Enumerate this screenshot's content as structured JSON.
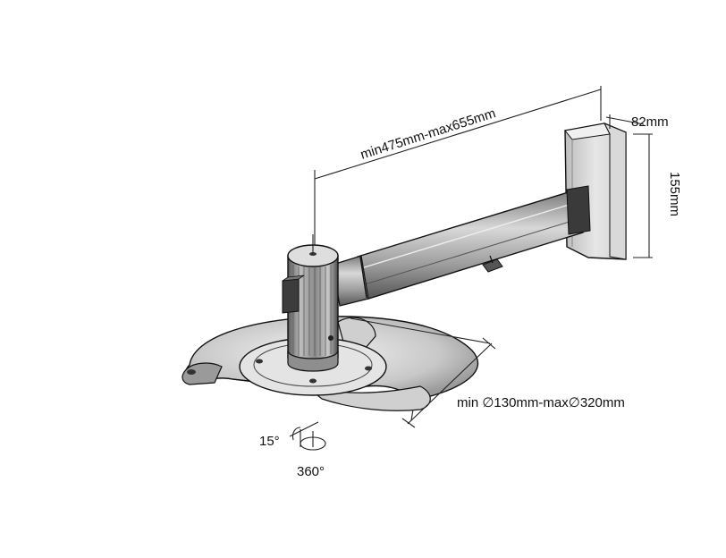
{
  "dimensions": {
    "arm_length": "min475mm-max655mm",
    "plate_width": "82mm",
    "plate_height": "155mm",
    "mount_diameter": "min ∅130mm-max∅320mm",
    "tilt": "15°",
    "rotation": "360°"
  },
  "colors": {
    "ink": "#111111",
    "metal_light": "#e0e0e0",
    "metal_mid": "#a8a8a8",
    "metal_dark": "#4a4a4a"
  }
}
